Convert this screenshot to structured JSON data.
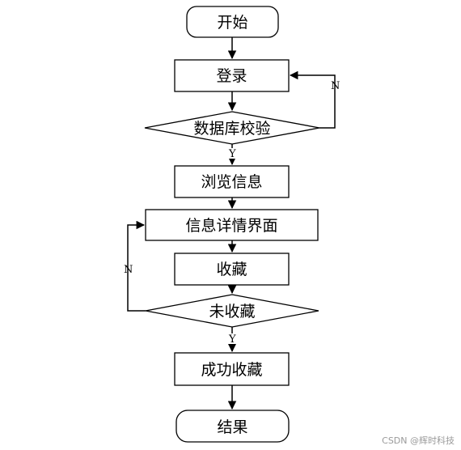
{
  "flowchart": {
    "start": "开始",
    "login": "登录",
    "db_check": "数据库校验",
    "browse": "浏览信息",
    "detail": "信息详情界面",
    "collect": "收藏",
    "not_collected": "未收藏",
    "success": "成功收藏",
    "end": "结果",
    "yes_label_1": "Y",
    "no_label_1": "N",
    "yes_label_2": "Y",
    "no_label_2": "N"
  },
  "watermark": "CSDN @辉时科技"
}
